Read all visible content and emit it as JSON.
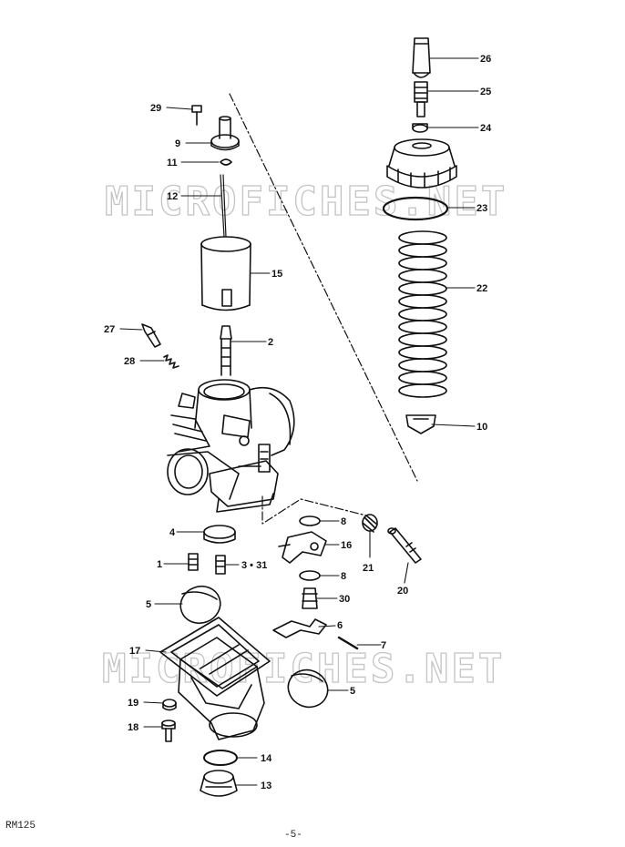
{
  "watermark": "MICROFICHES.NET",
  "model_code": "RM125",
  "page_number": "-5-",
  "callouts": {
    "c26": "26",
    "c25": "25",
    "c24": "24",
    "c23": "23",
    "c22": "22",
    "c10": "10",
    "c29": "29",
    "c9": "9",
    "c11": "11",
    "c12": "12",
    "c15": "15",
    "c2": "2",
    "c27": "27",
    "c28": "28",
    "c8a": "8",
    "c16": "16",
    "c8b": "8",
    "c21": "21",
    "c20": "20",
    "c4": "4",
    "c1": "1",
    "c3": "3 • 31",
    "c30": "30",
    "c5a": "5",
    "c6": "6",
    "c7": "7",
    "c17": "17",
    "c5b": "5",
    "c19": "19",
    "c18": "18",
    "c14": "14",
    "c13": "13"
  }
}
